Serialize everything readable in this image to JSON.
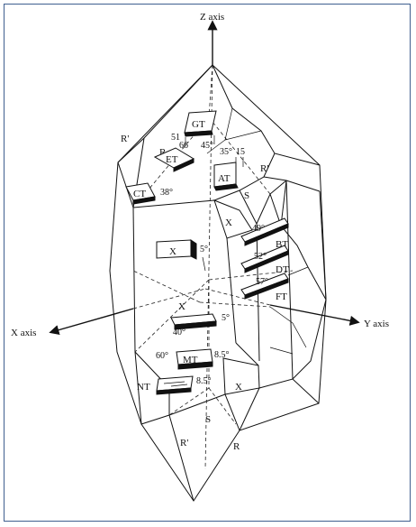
{
  "axes": {
    "z": "Z axis",
    "x": "X axis",
    "y": "Y axis"
  },
  "faces": {
    "r_prime_upper": "R'",
    "r_upper": "R",
    "r_prime_right": "R'",
    "s_upper": "S",
    "x_upper": "X",
    "x_lower": "X",
    "s_lower": "S",
    "r_prime_lower": "R'",
    "r_lower": "R"
  },
  "cuts": {
    "gt": "GT",
    "et": "ET",
    "at": "AT",
    "ct": "CT",
    "x_plate": "X",
    "bt": "BT",
    "dt": "DT",
    "ft": "FT",
    "x_bar": "X",
    "mt": "MT",
    "nt": "NT"
  },
  "angles": {
    "gt_51": "51",
    "gt_45": "45°",
    "et_66": "66",
    "at_35": "35°",
    "at_15": "15",
    "ct_38": "38°",
    "x_5": "5°",
    "bt_49": "49°",
    "dt_52": "52°",
    "ft_57": "57°",
    "xbar_5": "5°",
    "mt_40": "40°",
    "mt_60": "60°",
    "mt_85": "8.5°",
    "nt_85": "8.5°"
  }
}
